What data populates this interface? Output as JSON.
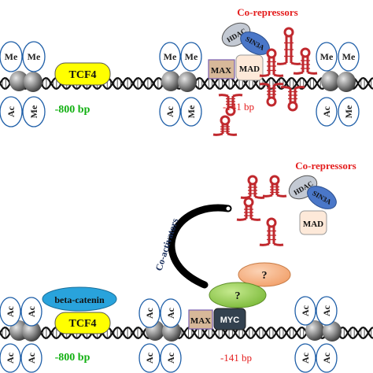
{
  "top": {
    "corepressors_label": "Co-repressors",
    "tcf4_label": "TCF4",
    "pos_800": "-800 bp",
    "pos_141": "-141 bp",
    "max_label": "MAX",
    "mad_label": "MAD",
    "hdac_label": "HDAC",
    "sin3a_label": "SIN3A"
  },
  "bottom": {
    "corepressors_label": "Co-repressors",
    "coactivators_label": "Co-activators",
    "beta_catenin_label": "beta-catenin",
    "tcf4_label": "TCF4",
    "pos_800": "-800 bp",
    "pos_141": "-141 bp",
    "max_label": "MAX",
    "myc_label": "MYC",
    "mad_label": "MAD",
    "hdac_label": "HDAC",
    "sin3a_label": "SIN3A",
    "unknown_1": "?",
    "unknown_2": "?"
  },
  "marks": {
    "methyl": "Me",
    "acetyl": "Ac"
  },
  "colors": {
    "tcf4": "#ffff00",
    "beta_catenin": "#29a3dc",
    "max": "#d7b899",
    "mad": "#fde9d9",
    "myc": "#33414f",
    "hdac": "#c3c9d3",
    "sin3a": "#4a77c8",
    "unknown_orange": "#f7b58a",
    "unknown_green": "#92d050",
    "repressor_text": "#e41d1d",
    "position_green": "#11b011",
    "position_red": "#e41d1d",
    "rna": "#c0282d",
    "histone_mark": "#1f5fa8"
  }
}
